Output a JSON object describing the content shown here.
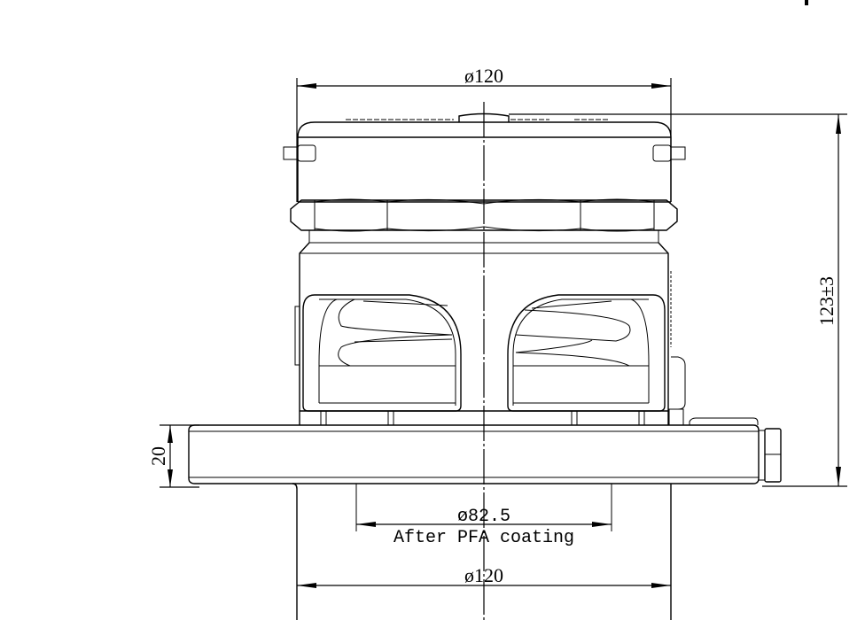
{
  "drawing": {
    "type": "technical-drawing",
    "view": "side elevation with dimensions",
    "line_color": "#000000",
    "background": "#ffffff"
  },
  "dimensions": {
    "top_diameter": {
      "label": "ø120"
    },
    "overall_height": {
      "label": "123±3"
    },
    "flange_thickness": {
      "label": "20"
    },
    "bore_diameter": {
      "label": "ø82.5",
      "note": "After PFA coating"
    },
    "bottom_diameter": {
      "label": "ø120"
    }
  }
}
